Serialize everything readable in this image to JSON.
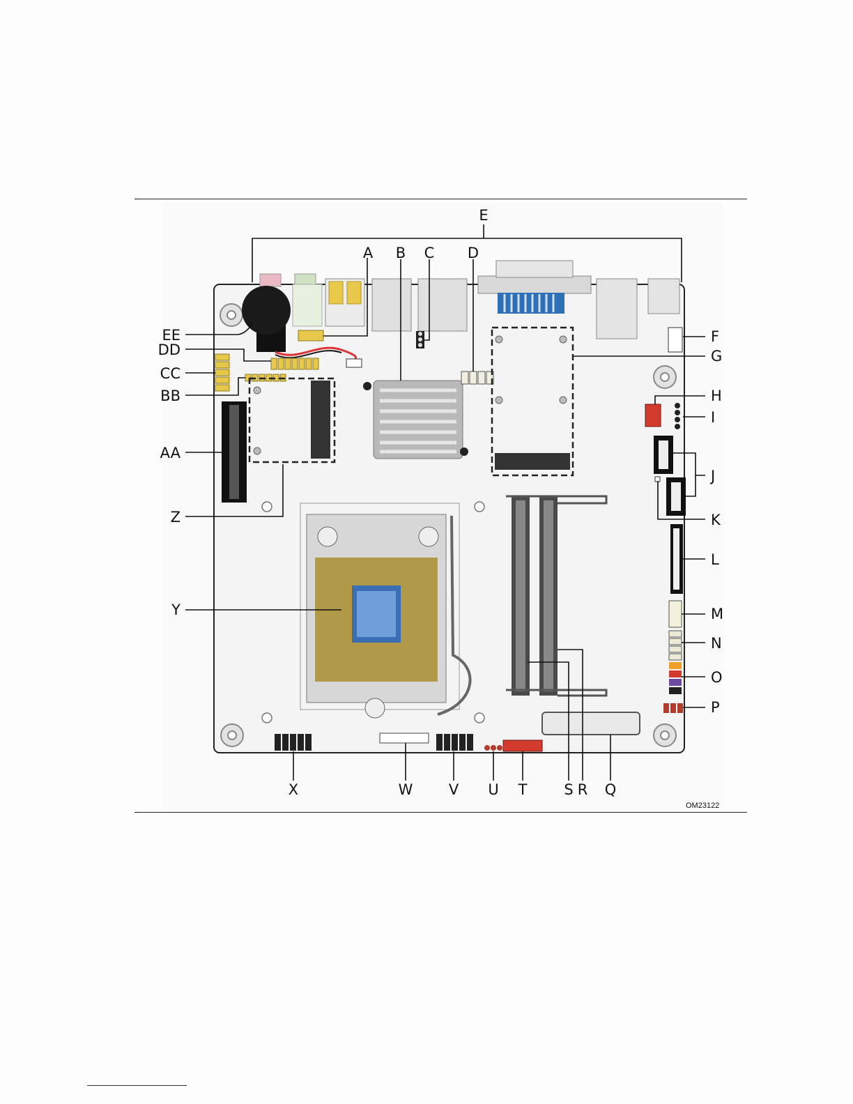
{
  "figure": {
    "drawing_code": "OM23122",
    "callouts": {
      "A": "A",
      "B": "B",
      "C": "C",
      "D": "D",
      "E": "E",
      "F": "F",
      "G": "G",
      "H": "H",
      "I": "I",
      "J": "J",
      "K": "K",
      "L": "L",
      "M": "M",
      "N": "N",
      "O": "O",
      "P": "P",
      "Q": "Q",
      "R": "R",
      "S": "S",
      "T": "T",
      "U": "U",
      "V": "V",
      "W": "W",
      "X": "X",
      "Y": "Y",
      "Z": "Z",
      "AA": "AA",
      "BB": "BB",
      "CC": "CC",
      "DD": "DD",
      "EE": "EE"
    }
  },
  "colors": {
    "board": "#f4f4f4",
    "board_edge": "#222222",
    "header_yellow": "#e8c84a",
    "vga_blue": "#2f6fb8",
    "fan_red": "#d23a2e",
    "socket_gold": "#b09a4a",
    "socket_blue": "#3b6eb5",
    "heatsink": "#b9b9b9"
  }
}
